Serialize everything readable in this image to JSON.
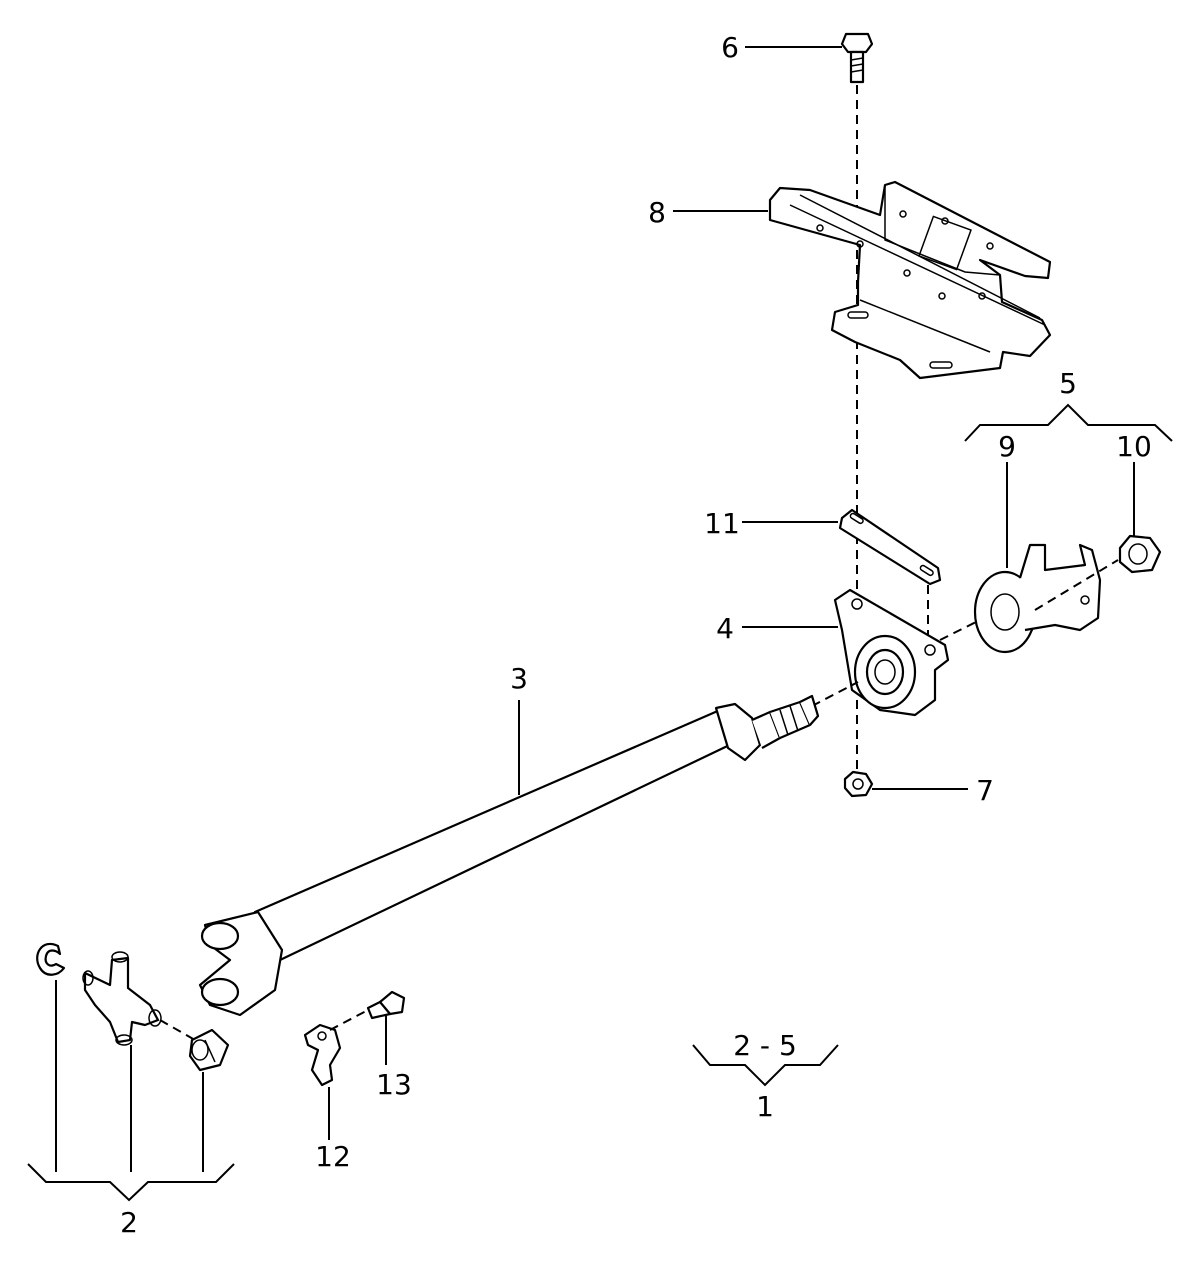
{
  "callouts": {
    "c1": "1",
    "c2": "2",
    "c3": "3",
    "c4": "4",
    "c5": "5",
    "c6": "6",
    "c7": "7",
    "c8": "8",
    "c9": "9",
    "c10": "10",
    "c11": "11",
    "c12": "12",
    "c13": "13",
    "group_2_5": "2 - 5"
  }
}
